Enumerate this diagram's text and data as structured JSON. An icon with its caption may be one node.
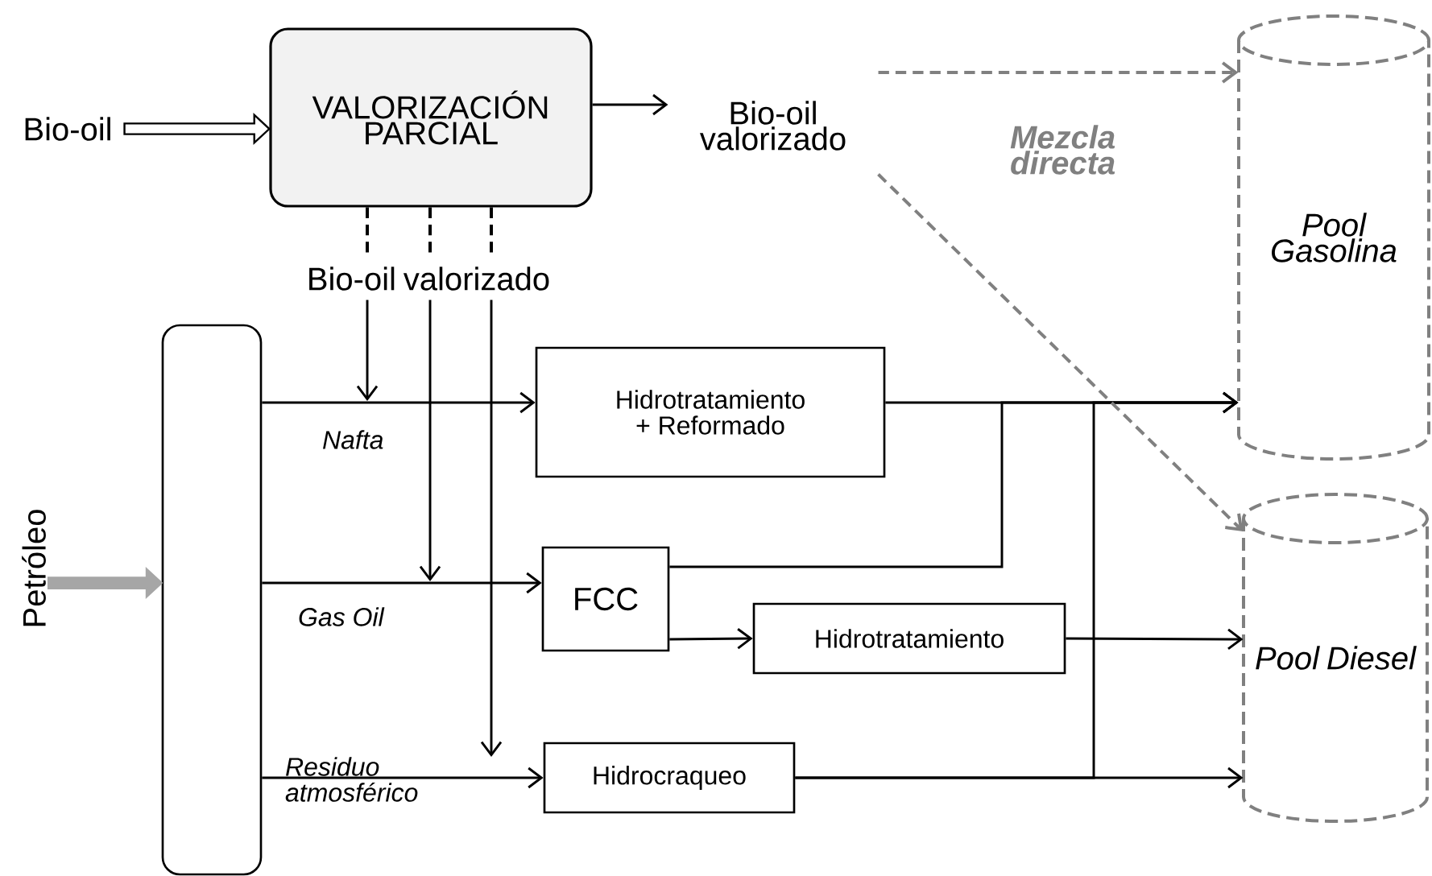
{
  "diagram": {
    "nodes": [
      {
        "text": [
          "Bio-oil"
        ]
      },
      {
        "text": [
          "VALORIZACIÓN PARCIAL"
        ]
      },
      {
        "text": [
          "Bio-oil valorizado"
        ]
      },
      {
        "text": [
          "Bio-oil valorizado"
        ]
      },
      {
        "text": [
          "Pool Gasolina"
        ]
      },
      {
        "text": [
          "Pool Diesel"
        ]
      },
      {
        "text": [
          "Petróleo"
        ]
      },
      {
        "text": [],
        "shape": "box"
      },
      {
        "text": [
          "Hidrotratamiento + Reformado"
        ]
      },
      {
        "text": [
          "FCC"
        ]
      },
      {
        "text": [
          "Hidrotratamiento"
        ]
      },
      {
        "text": [
          "Hidrocraqueo"
        ]
      }
    ],
    "edges": [
      {
        "from": 0,
        "to": 1,
        "arrow": "to",
        "style": "thick"
      },
      {
        "from": 1,
        "to": 2,
        "arrow": "to"
      },
      {
        "from": 1,
        "to": 3,
        "arrow": "none",
        "style": "dashed"
      },
      {
        "from": 1,
        "to": 3,
        "arrow": "none",
        "style": "dashed"
      },
      {
        "from": 1,
        "to": 3,
        "arrow": "none",
        "style": "dashed"
      },
      {
        "from": 3,
        "to": null,
        "arrow": "to"
      },
      {
        "from": 3,
        "to": null,
        "arrow": "to"
      },
      {
        "from": 3,
        "to": null,
        "arrow": "to"
      },
      {
        "from": 6,
        "to": 7,
        "arrow": "to",
        "style": "thick",
        "color": "#a6a6a6"
      },
      {
        "from": 7,
        "to": 8,
        "arrow": "to",
        "label": "Nafta"
      },
      {
        "from": 7,
        "to": 9,
        "arrow": "to",
        "label": "Gas Oil"
      },
      {
        "from": 7,
        "to": 11,
        "arrow": "to",
        "label": "Residuo atmosférico"
      },
      {
        "from": 8,
        "to": 4,
        "arrow": "to"
      },
      {
        "from": 9,
        "to": 4,
        "arrow": "to"
      },
      {
        "from": 11,
        "to": 4,
        "arrow": "to"
      },
      {
        "from": 9,
        "to": 10,
        "arrow": "to"
      },
      {
        "from": 10,
        "to": 5,
        "arrow": "to"
      },
      {
        "from": 11,
        "to": 5,
        "arrow": "to"
      },
      {
        "from": 2,
        "to": 4,
        "arrow": "to",
        "style": "dashed",
        "color": "#808080",
        "label": "Mezcla directa"
      },
      {
        "from": 2,
        "to": 5,
        "arrow": "to",
        "style": "dashed",
        "color": "#808080"
      }
    ]
  }
}
